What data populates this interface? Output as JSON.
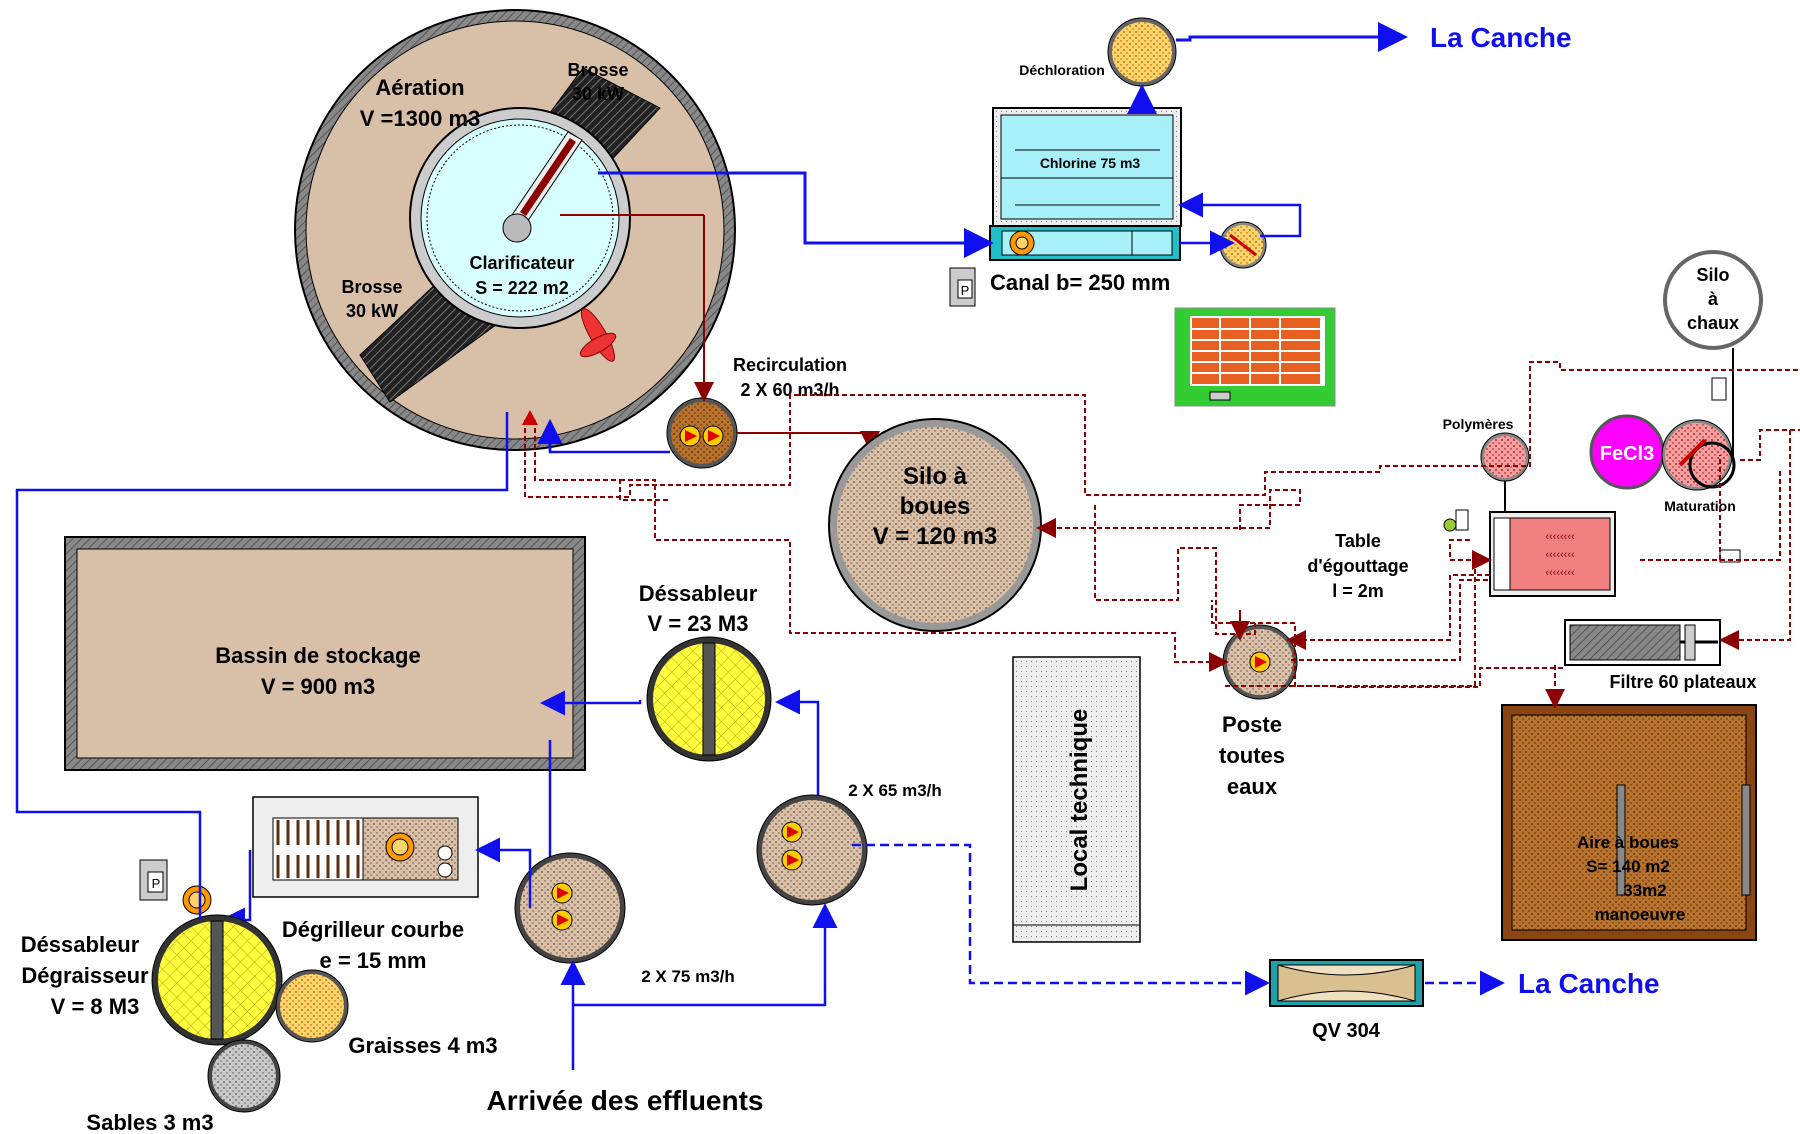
{
  "labels": {
    "aeration_title": "Aération",
    "aeration_volume": "V =1300 m3",
    "brush_top_1": "Brosse",
    "brush_top_2": "30 kW",
    "brush_left_1": "Brosse",
    "brush_left_2": "30 kW",
    "clarifier_title": "Clarificateur",
    "clarifier_surface": "S = 222 m2",
    "dechlorination": "Déchloration",
    "river_top": "La Canche",
    "chlorine": "Chlorine 75 m3",
    "canal": "Canal b= 250 mm",
    "silo_lime_1": "Silo",
    "silo_lime_2": "à",
    "silo_lime_3": "chaux",
    "recirculation_1": "Recirculation",
    "recirculation_2": "2 X 60 m3/h",
    "sludge_silo_1": "Silo à",
    "sludge_silo_2": "boues",
    "sludge_silo_3": "V = 120 m3",
    "polymers": "Polymères",
    "fecl3": "FeCl3",
    "maturation": "Maturation",
    "drain_table_1": "Table",
    "drain_table_2": "d'égouttage",
    "drain_table_3": "l = 2m",
    "storage_title": "Bassin de stockage",
    "storage_volume": "V = 900 m3",
    "grit_title": "Déssableur",
    "grit_volume": "V = 23 M3",
    "filter": "Filtre 60 plateaux",
    "pump_station_1": "Poste",
    "pump_station_2": "toutes",
    "pump_station_3": "eaux",
    "local_technique": "Local technique",
    "flow_65": "2 X 65 m3/h",
    "sludge_area_1": "Aire à boues",
    "sludge_area_2": "S= 140 m2",
    "sludge_area_3": "33m2",
    "sludge_area_4": "manoeuvre",
    "screen_1": "Dégrilleur courbe",
    "screen_2": "e = 15 mm",
    "degreaser_1": "Déssableur",
    "degreaser_2": "Dégraisseur",
    "degreaser_3": "V = 8 M3",
    "grease": "Graisses  4 m3",
    "sand": "Sables  3 m3",
    "flow_75": "2 X 75 m3/h",
    "influent": "Arrivée des effluents",
    "river_bottom": "La Canche",
    "qv": "QV 304",
    "p_top": "P",
    "p_left": "P"
  },
  "colors": {
    "flow_blue": "#1010ee",
    "sludge_red": "#8b0000",
    "basin_tan": "#d8bfa8",
    "clarifier_cyan": "#d8ffff",
    "yellow_tank": "#ffff40",
    "fecl3_magenta": "#ff00ff"
  }
}
